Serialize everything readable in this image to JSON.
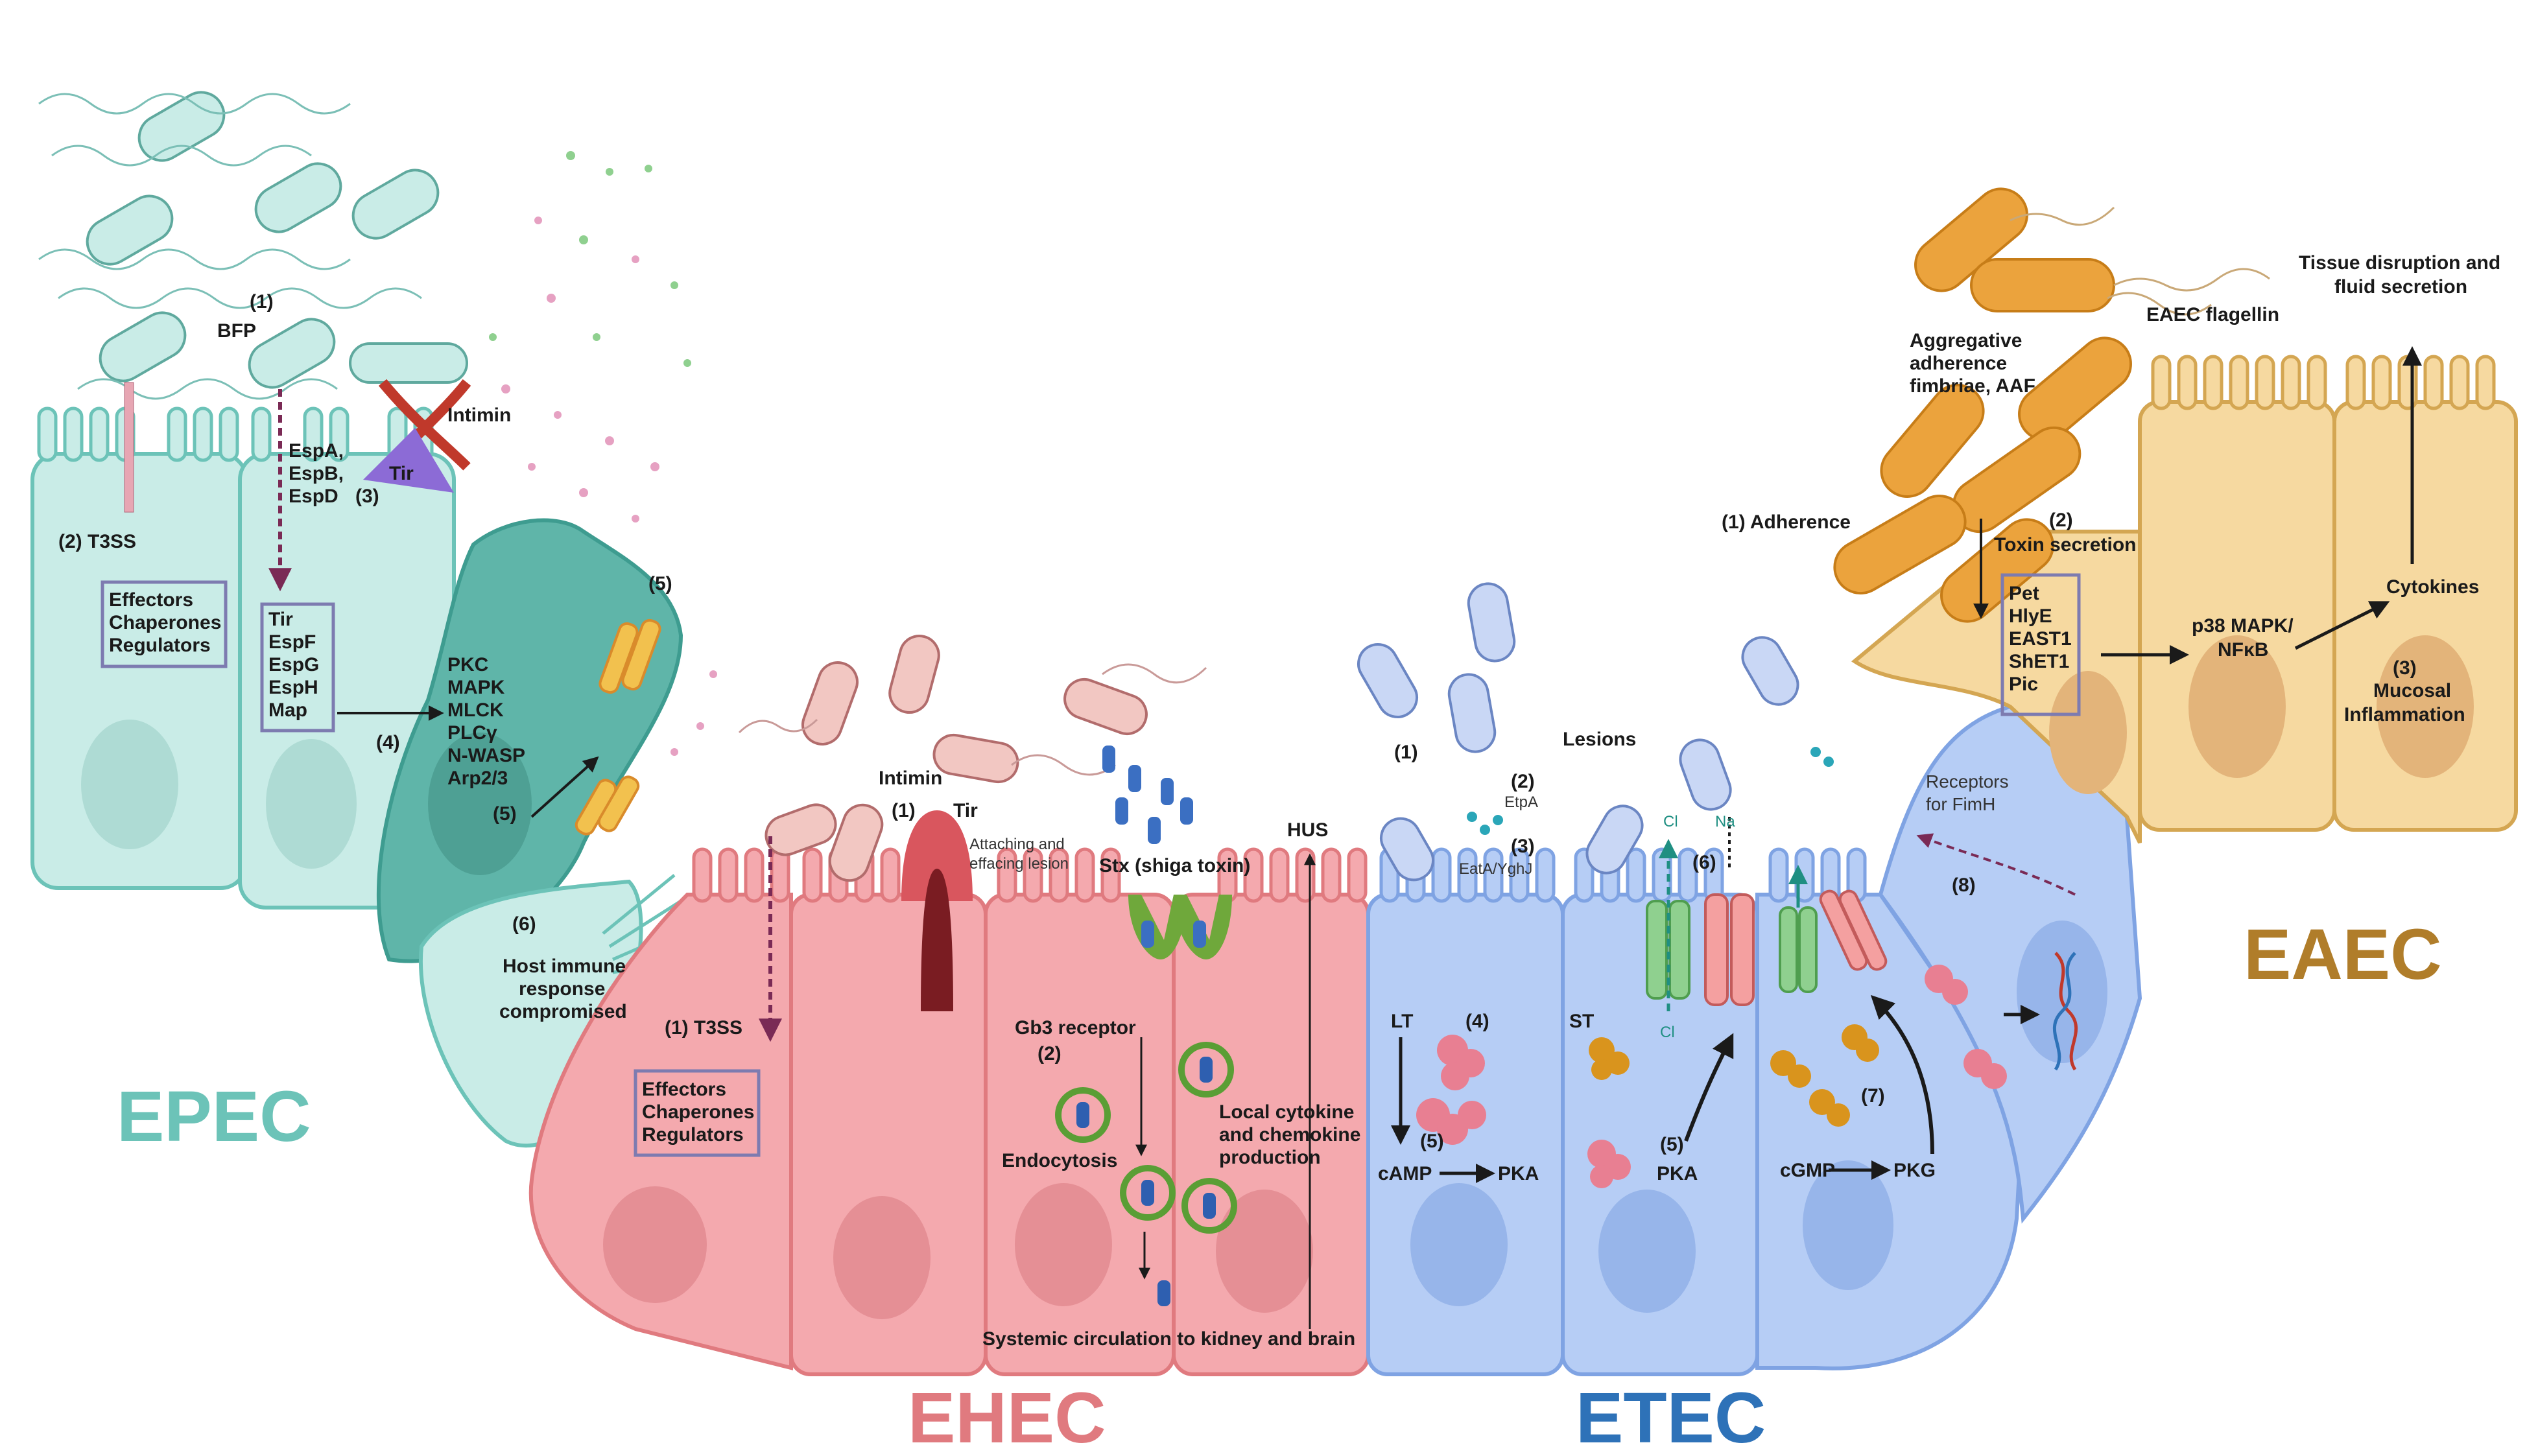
{
  "colors": {
    "epec": "#6cc3b8",
    "ehec": "#e07a7f",
    "etec": "#2e72b8",
    "eaec": "#b07d2a",
    "epec_cell": "#c9ece7",
    "ehec_cell": "#f4a9ae",
    "etec_cell": "#b6cdf5",
    "eaec_cell": "#f6d9a0"
  },
  "pathotypes": {
    "epec": "EPEC",
    "ehec": "EHEC",
    "etec": "ETEC",
    "eaec": "EAEC"
  },
  "epec": {
    "step1": "(1)",
    "bfp": "BFP",
    "intimin": "Intimin",
    "tir": "Tir",
    "step2_t3ss": "(2)  T3SS",
    "espA": "EspA,",
    "espB": "EspB,",
    "espD": "EspD",
    "step3": "(3)",
    "effectors_box": [
      "Effectors",
      "Chaperones",
      "Regulators"
    ],
    "tir_box": [
      "Tir",
      "EspF",
      "EspG",
      "EspH",
      "Map"
    ],
    "step4": "(4)",
    "signaling": [
      "PKC",
      "MAPK",
      "MLCK",
      "PLCγ",
      "N-WASP",
      "Arp2/3"
    ],
    "step5a": "(5)",
    "step5b": "(5)",
    "step6": "(6)",
    "immune": [
      "Host immune",
      "response",
      "compromised"
    ]
  },
  "ehec": {
    "intimin": "Intimin",
    "step1": "(1)",
    "tir": "Tir",
    "attaching": [
      "Attaching and",
      "effacing lesion"
    ],
    "stx": "Stx (shiga toxin)",
    "hus": "HUS",
    "t3ss": "(1) T3SS",
    "effectors_box": [
      "Effectors",
      "Chaperones",
      "Regulators"
    ],
    "gb3": "Gb3 receptor",
    "step2": "(2)",
    "endocytosis": "Endocytosis",
    "cytokine": [
      "Local cytokine",
      "and chemokine",
      "production"
    ],
    "systemic": "Systemic circulation to  kidney and brain"
  },
  "etec": {
    "step1": "(1)",
    "step2": "(2)",
    "etpa": "EtpA",
    "step3": "(3)",
    "eata": "EatA/YghJ",
    "lesions": "Lesions",
    "cl_top": "Cl",
    "na": "Na",
    "step6": "(6)",
    "cl_bottom": "Cl",
    "lt": "LT",
    "step4": "(4)",
    "st": "ST",
    "step5a": "(5)",
    "camp": "cAMP",
    "pka1": "PKA",
    "step5b": "(5)",
    "pka2": "PKA",
    "cgmp": "cGMP",
    "pkg": "PKG",
    "step7": "(7)"
  },
  "eaec": {
    "aggregative": [
      "Aggregative",
      "adherence",
      "fimbriae, AAF"
    ],
    "flagellin": "EAEC flagellin",
    "tissue": [
      "Tissue disruption and",
      "fluid secretion"
    ],
    "adherence": "(1) Adherence",
    "step2": "(2)",
    "toxin": "Toxin secretion",
    "toxins": [
      "Pet",
      "HlyE",
      "EAST1",
      "ShET1",
      "Pic"
    ],
    "p38": [
      "p38 MAPK/",
      "NFκB"
    ],
    "cytokines": "Cytokines",
    "step3": "(3)",
    "inflammation": [
      "Mucosal",
      "Inflammation"
    ],
    "receptors": [
      "Receptors",
      "for FimH"
    ],
    "step8": "(8)"
  }
}
